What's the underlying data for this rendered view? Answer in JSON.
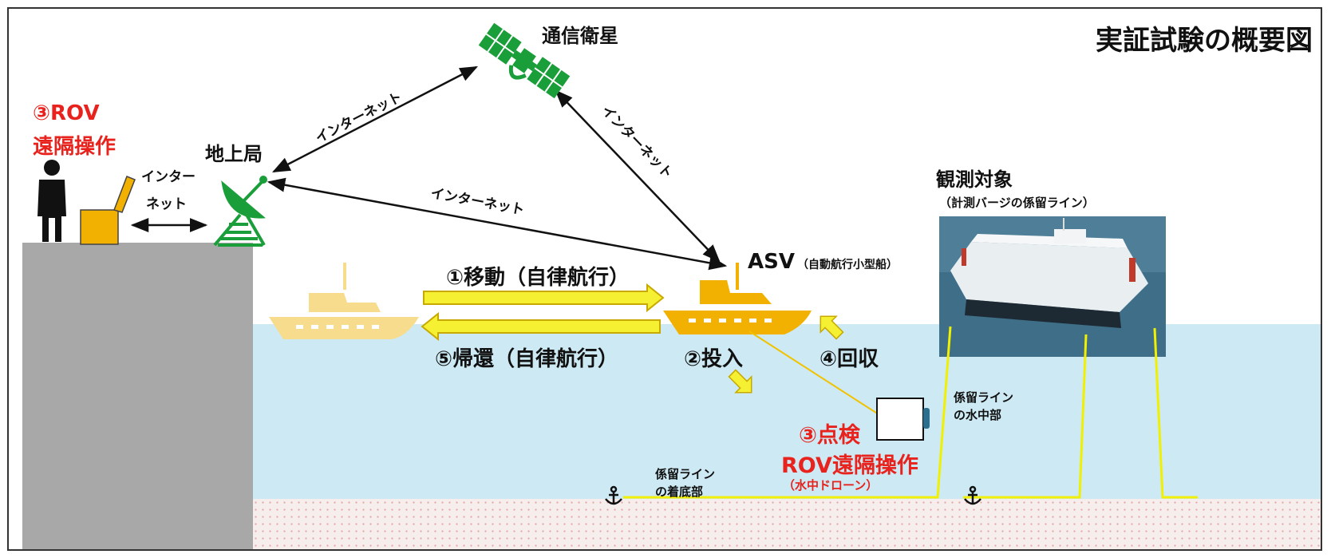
{
  "title": "実証試験の概要図",
  "satellite": {
    "label": "通信衛星"
  },
  "ground_station": {
    "label": "地上局"
  },
  "operator": {
    "line1": "③ROV",
    "line2": "遠隔操作"
  },
  "links": {
    "operator_to_station_1": "インター",
    "operator_to_station_2": "ネット",
    "station_to_satellite": "インターネット",
    "satellite_to_asv": "インターネット",
    "station_to_asv": "インターネット"
  },
  "asv": {
    "label": "ASV",
    "sublabel": "（自動航行小型船）"
  },
  "steps": {
    "move": "①移動（自律航行）",
    "return": "⑤帰還（自律航行）",
    "deploy": "②投入",
    "recover": "④回収",
    "inspect_1": "③点検",
    "inspect_2": "ROV遠隔操作",
    "inspect_sub": "（水中ドローン）"
  },
  "target": {
    "label": "観測対象",
    "sublabel": "（計測バージの係留ライン）"
  },
  "mooring": {
    "underwater_1": "係留ライン",
    "underwater_2": "の水中部",
    "bottom_1": "係留ライン",
    "bottom_2": "の着底部"
  },
  "colors": {
    "satellite_green": "#1a9e3a",
    "arrow_yellow": "#f5f032",
    "boat_orange": "#f2b000",
    "ghost_boat": "#f6dc8c",
    "water": "#cdeaf4",
    "seabed": "#f4ecec",
    "pier": "#a8a8a8",
    "alert_red": "#e8221c"
  }
}
